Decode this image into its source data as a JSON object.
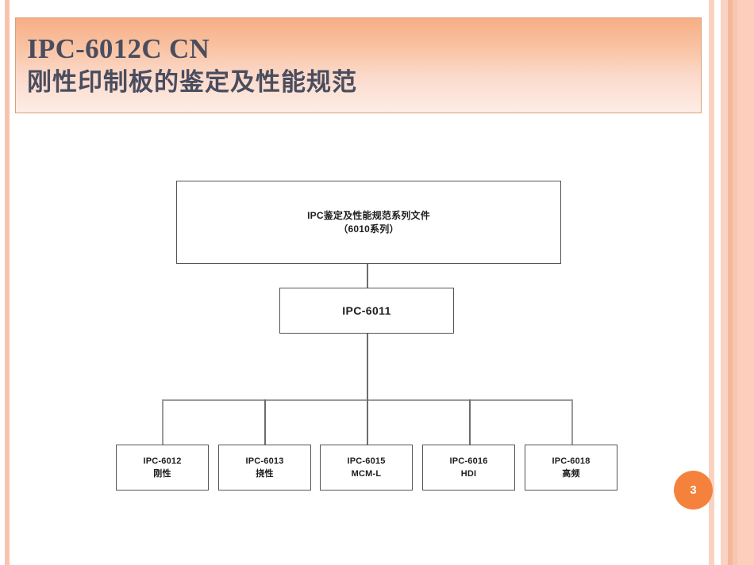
{
  "slide": {
    "page_number": "3",
    "accent_color": "#F5823C",
    "title_gradient_top": "#F7AE85",
    "title_gradient_bottom": "#FDEDE6",
    "title_text_color": "#4A4D5E",
    "stripe_color": "#F9C4AD"
  },
  "title": {
    "line1": "IPC-6012C CN",
    "line2": "刚性印制板的鉴定及性能规范"
  },
  "diagram": {
    "type": "tree",
    "root": {
      "line1": "IPC鉴定及性能规范系列文件",
      "line2": "（6010系列）"
    },
    "middle": {
      "line1": "IPC-6011"
    },
    "leaves": [
      {
        "line1": "IPC-6012",
        "line2": "刚性"
      },
      {
        "line1": "IPC-6013",
        "line2": "挠性"
      },
      {
        "line1": "IPC-6015",
        "line2": "MCM-L"
      },
      {
        "line1": "IPC-6016",
        "line2": "HDI"
      },
      {
        "line1": "IPC-6018",
        "line2": "高频"
      }
    ]
  }
}
